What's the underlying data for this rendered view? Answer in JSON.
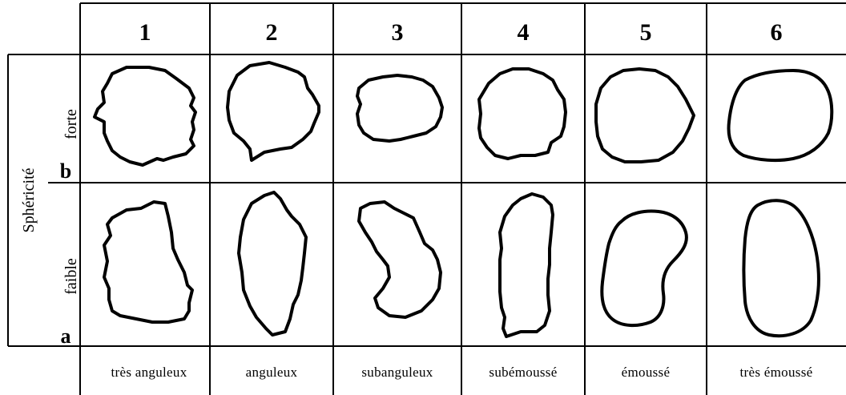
{
  "axis_label": "Sphéricité",
  "columns": [
    {
      "number": "1",
      "caption": "très anguleux"
    },
    {
      "number": "2",
      "caption": "anguleux"
    },
    {
      "number": "3",
      "caption": "subanguleux"
    },
    {
      "number": "4",
      "caption": "subémoussé"
    },
    {
      "number": "5",
      "caption": "émoussé"
    },
    {
      "number": "6",
      "caption": "très émoussé"
    }
  ],
  "rows": [
    {
      "letter": "b",
      "label": "forte"
    },
    {
      "letter": "a",
      "label": "faible"
    }
  ]
}
